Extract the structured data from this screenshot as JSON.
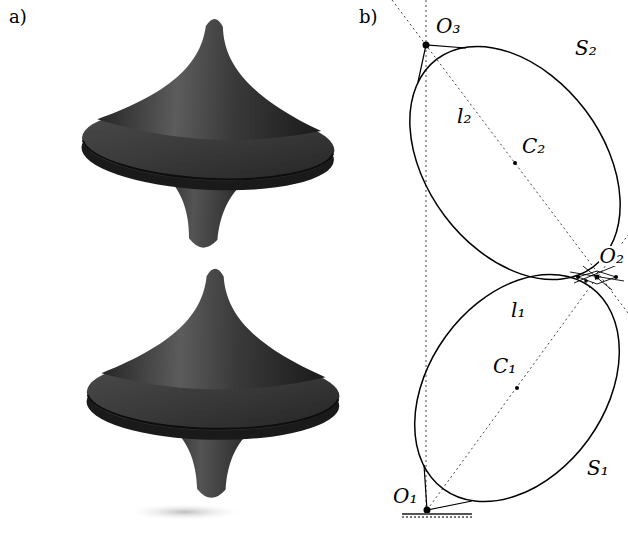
{
  "diagram": {
    "labels": [
      "a)",
      "b)",
      "O₃",
      "S₂",
      "l₂",
      "C₂",
      "O₂",
      "l₁",
      "C₁",
      "S₁",
      "O₁"
    ]
  }
}
